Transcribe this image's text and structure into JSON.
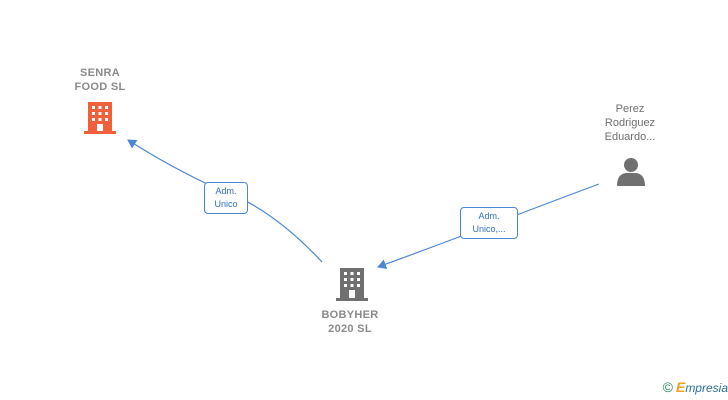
{
  "nodes": {
    "senra": {
      "line1": "SENRA",
      "line2": "FOOD  SL",
      "icon": "building-icon",
      "color": "#f0603a"
    },
    "bobyher": {
      "line1": "BOBYHER",
      "line2": "2020  SL",
      "icon": "building-icon",
      "color": "#707070"
    },
    "perez": {
      "line1": "Perez",
      "line2": "Rodriguez",
      "line3": "Eduardo...",
      "icon": "person-icon",
      "color": "#707070"
    }
  },
  "edges": [
    {
      "from": "bobyher",
      "to": "senra",
      "label_line1": "Adm.",
      "label_line2": "Unico"
    },
    {
      "from": "perez",
      "to": "bobyher",
      "label_line1": "Adm.",
      "label_line2": "Unico,..."
    }
  ],
  "edge_color": "#4a86d4",
  "footer": {
    "copyright": "©",
    "brand_initial": "E",
    "brand_rest": "mpresia"
  }
}
